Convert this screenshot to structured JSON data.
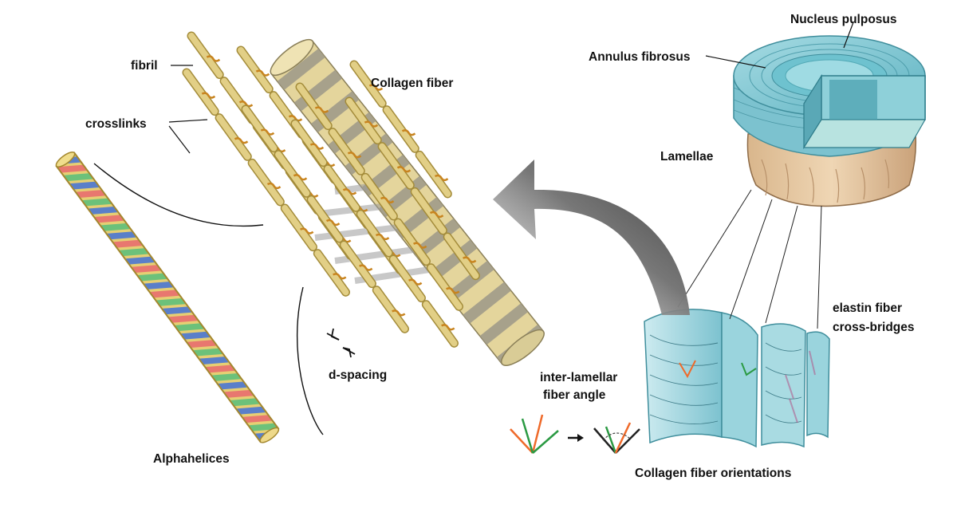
{
  "labels": {
    "fibril": "fibril",
    "crosslinks": "crosslinks",
    "collagen_fiber": "Collagen fiber",
    "alphahelices": "Alphahelices",
    "d_spacing": "d-spacing",
    "nucleus_pulposus": "Nucleus pulposus",
    "annulus_fibrosus": "Annulus fibrosus",
    "lamellae": "Lamellae",
    "elastin_line1": "elastin fiber",
    "elastin_line2": "cross-bridges",
    "angle_line1": "inter-lamellar",
    "angle_line2": "fiber angle",
    "orientations": "Collagen fiber orientations"
  },
  "colors": {
    "fibril_fill": "#e2cf86",
    "fibril_stroke": "#a48c3a",
    "crosslink": "#c8841f",
    "band_light": "#e6d8a0",
    "band_dark": "#9c9888",
    "helix_red": "#e8776f",
    "helix_green": "#6cc17a",
    "helix_blue": "#5a7fc9",
    "annulus": "#8fcad5",
    "vertebra": "#e7caa4",
    "arrow": "#4a4a4a",
    "angle_orange": "#ef6a2a",
    "angle_green": "#2b9a43"
  },
  "icons": [
    "curved-arrow-icon",
    "right-arrow-icon",
    "fiber-angle-icon"
  ]
}
